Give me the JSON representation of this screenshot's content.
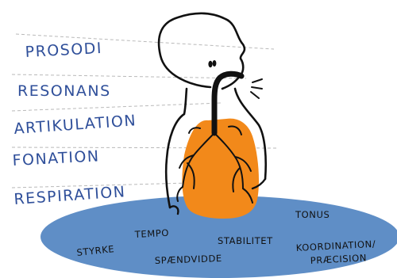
{
  "levels": {
    "prosodi": "PROSODI",
    "resonans": "RESONANS",
    "artikulation": "ARTIKULATION",
    "fonation": "FONATION",
    "respiration": "RESPIRATION"
  },
  "qualities": {
    "styrke": "STYRKE",
    "tempo": "TEMPO",
    "spaendvidde": "SPÆNDVIDDE",
    "stabilitet": "STABILITET",
    "tonus": "TONUS",
    "koordination": "KOORDINATION/",
    "praecision": "PRÆCISION"
  },
  "colors": {
    "label_blue": "#2f4f9a",
    "ellipse_blue": "#5f8ec6",
    "lungs_orange": "#f2891a",
    "ink": "#111111",
    "dash": "#b9b9b9"
  }
}
